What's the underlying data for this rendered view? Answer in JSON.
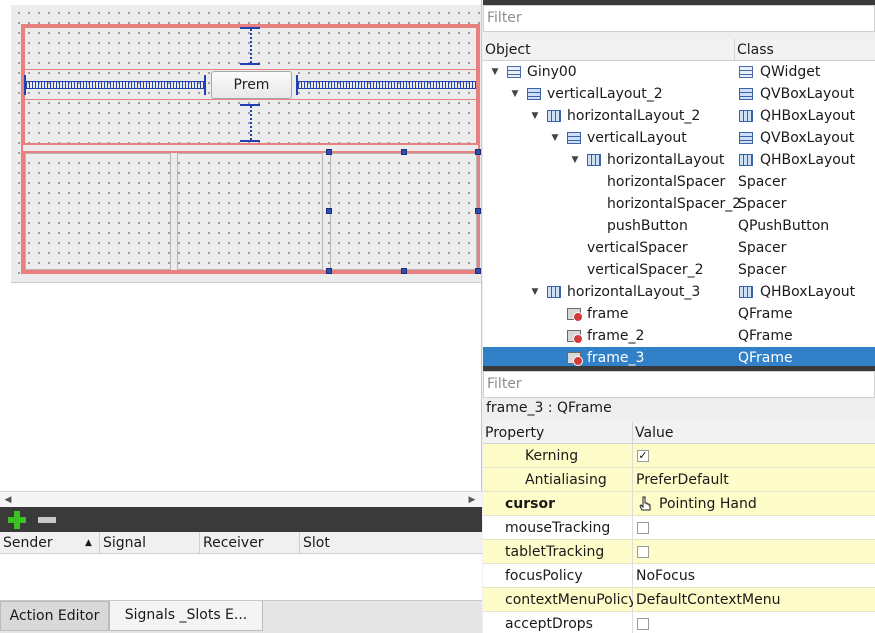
{
  "form": {
    "push_button_label": "Prem"
  },
  "signals_editor": {
    "columns": [
      "Sender",
      "Signal",
      "Receiver",
      "Slot"
    ],
    "tabs": [
      "Action Editor",
      "Signals _Slots E..."
    ]
  },
  "object_inspector": {
    "filter_placeholder": "Filter",
    "columns": [
      "Object",
      "Class"
    ],
    "rows": [
      {
        "object": "Giny00",
        "class": "QWidget",
        "depth": 0,
        "expanded": true,
        "icon": "widget-icon",
        "class_icon": "widget-icon"
      },
      {
        "object": "verticalLayout_2",
        "class": "QVBoxLayout",
        "depth": 1,
        "expanded": true,
        "icon": "vbox-layout-icon",
        "class_icon": "vbox-layout-icon"
      },
      {
        "object": "horizontalLayout_2",
        "class": "QHBoxLayout",
        "depth": 2,
        "expanded": true,
        "icon": "hbox-layout-icon",
        "class_icon": "hbox-layout-icon"
      },
      {
        "object": "verticalLayout",
        "class": "QVBoxLayout",
        "depth": 3,
        "expanded": true,
        "icon": "vbox-layout-icon",
        "class_icon": "vbox-layout-icon"
      },
      {
        "object": "horizontalLayout",
        "class": "QHBoxLayout",
        "depth": 4,
        "expanded": true,
        "icon": "hbox-layout-icon",
        "class_icon": "hbox-layout-icon"
      },
      {
        "object": "horizontalSpacer",
        "class": "Spacer",
        "depth": 5
      },
      {
        "object": "horizontalSpacer_2",
        "class": "Spacer",
        "depth": 5
      },
      {
        "object": "pushButton",
        "class": "QPushButton",
        "depth": 5
      },
      {
        "object": "verticalSpacer",
        "class": "Spacer",
        "depth": 4
      },
      {
        "object": "verticalSpacer_2",
        "class": "Spacer",
        "depth": 4
      },
      {
        "object": "horizontalLayout_3",
        "class": "QHBoxLayout",
        "depth": 2,
        "expanded": true,
        "icon": "hbox-layout-icon",
        "class_icon": "hbox-layout-icon"
      },
      {
        "object": "frame",
        "class": "QFrame",
        "depth": 3,
        "icon": "frame-icon"
      },
      {
        "object": "frame_2",
        "class": "QFrame",
        "depth": 3,
        "icon": "frame-icon"
      },
      {
        "object": "frame_3",
        "class": "QFrame",
        "depth": 3,
        "icon": "frame-icon",
        "selected": true
      }
    ]
  },
  "property_editor": {
    "filter_placeholder": "Filter",
    "object_label": "frame_3 : QFrame",
    "columns": [
      "Property",
      "Value"
    ],
    "rows": [
      {
        "name": "Kerning",
        "value": "✓",
        "kind": "check",
        "checked": true,
        "indent": 2,
        "yellow": true
      },
      {
        "name": "Antialiasing",
        "value": "PreferDefault",
        "kind": "text",
        "indent": 2,
        "yellow": true
      },
      {
        "name": "cursor",
        "value": "Pointing Hand",
        "kind": "cursor",
        "indent": 1,
        "bold": true,
        "yellow": true
      },
      {
        "name": "mouseTracking",
        "value": "",
        "kind": "check",
        "checked": false,
        "indent": 1,
        "yellow": false
      },
      {
        "name": "tabletTracking",
        "value": "",
        "kind": "check",
        "checked": false,
        "indent": 1,
        "yellow": true
      },
      {
        "name": "focusPolicy",
        "value": "NoFocus",
        "kind": "text",
        "indent": 1,
        "yellow": false
      },
      {
        "name": "contextMenuPolicy",
        "value": "DefaultContextMenu",
        "kind": "text",
        "indent": 1,
        "yellow": true
      },
      {
        "name": "acceptDrops",
        "value": "",
        "kind": "check",
        "checked": false,
        "indent": 1,
        "yellow": false
      }
    ]
  },
  "colors": {
    "selection": "#3180c8",
    "property_highlight": "#fefcc8",
    "layout_outline": "#e98080",
    "spacer": "#2340b0",
    "handle": "#2d4fae"
  }
}
